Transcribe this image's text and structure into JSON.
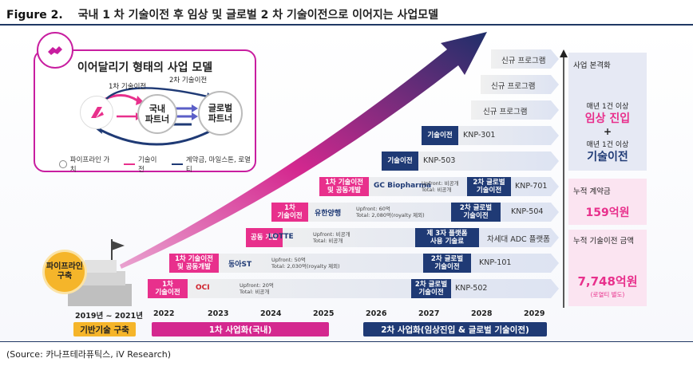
{
  "figure": {
    "label": "Figure 2.",
    "title": "국내 1 차 기술이전 후 임상 및 글로벌 2 차 기술이전으로 이어지는 사업모델"
  },
  "source": "(Source: 카나프테라퓨틱스, iV Research)",
  "model_box": {
    "title": "이어달리기 형태의 사업 모델",
    "first_transfer": "1차 기술이전",
    "second_transfer": "2차 기술이전",
    "domestic": "국내\n파트너",
    "global": "글로벌\n파트너",
    "legend": [
      "파이프라인 가치",
      "기술이전",
      "계약금, 마일스톤, 로열티"
    ]
  },
  "foundation": {
    "label": "파이프라인\n구축"
  },
  "rows": [
    {
      "tag": "1차\n기술이전",
      "partner": "OCI",
      "deal": "Upfront: 20억\nTotal: 비공개",
      "tag2": "2차 글로벌\n기술이전",
      "program": "KNP-502"
    },
    {
      "tag": "1차 기술이전\n및 공동개발",
      "partner": "동아ST",
      "deal": "Upfront: 50억\nTotal: 2,030억(royalty 제외)",
      "tag2": "2차 글로벌\n기술이전",
      "program": "KNP-101"
    },
    {
      "tag": "공동 개발",
      "partner": "LOTTE",
      "deal": "Upfront: 비공개\nTotal: 비공개",
      "tag2": "제 3자 플랫폼\n사용 기술료",
      "program": "차세대 ADC 플랫폼"
    },
    {
      "tag": "1차\n기술이전",
      "partner": "유한양행",
      "deal": "Upfront: 60억\nTotal: 2,080억(royalty 제외)",
      "tag2": "2차 글로벌\n기술이전",
      "program": "KNP-504"
    },
    {
      "tag": "1차 기술이전\n및 공동개발",
      "partner": "GC Biopharma",
      "deal": "Upfront: 비공개\nTotal: 비공개",
      "tag2": "2차 글로벌\n기술이전",
      "program": "KNP-701"
    },
    {
      "tag2": "기술이전",
      "program": "KNP-503"
    },
    {
      "tag2": "기술이전",
      "program": "KNP-301"
    },
    {
      "program": "신규 프로그램"
    },
    {
      "program": "신규 프로그램"
    },
    {
      "program": "신규 프로그램"
    }
  ],
  "years": [
    "2019년 ~ 2021년",
    "2022",
    "2023",
    "2024",
    "2025",
    "2026",
    "2027",
    "2028",
    "2029"
  ],
  "phases": {
    "p0": "기반기술 구축",
    "p1": "1차 사업화(국내)",
    "p2": "2차 사업화(임상진입 & 글로벌 기술이전)"
  },
  "side": {
    "commercial": "사업 본격화",
    "line1": "매년 1건 이상",
    "clinical": "임상 진입",
    "plus": "+",
    "line2": "매년 1건 이상",
    "transfer": "기술이전",
    "upfront_label": "누적 계약금",
    "upfront_value": "159억원",
    "total_label": "누적 기술이전 금액",
    "total_value": "7,748억원",
    "total_note": "(로열티 별도)"
  },
  "colors": {
    "pink": "#e8308c",
    "navy": "#1f3a75",
    "magenta": "#c81ea0",
    "gold": "#f5b52a"
  }
}
